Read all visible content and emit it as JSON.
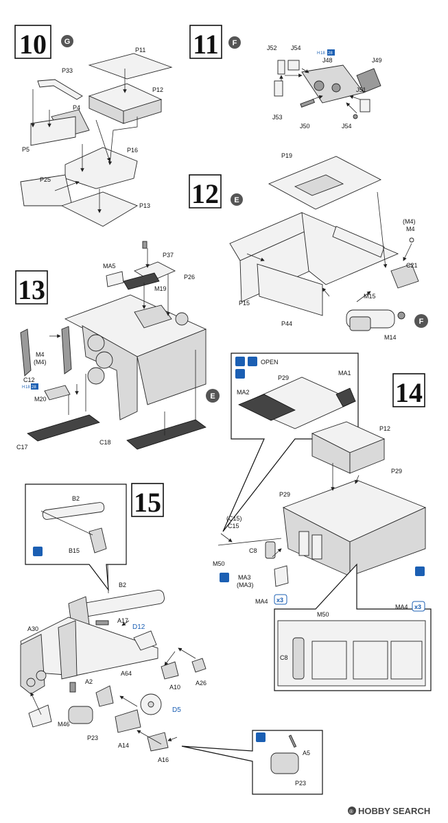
{
  "steps": {
    "s10": {
      "number": "10",
      "badge": "G"
    },
    "s11": {
      "number": "11",
      "badge": "F"
    },
    "s12": {
      "number": "12",
      "badge": "E"
    },
    "s13": {
      "number": "13",
      "badge": "E"
    },
    "s14": {
      "number": "14"
    },
    "s15": {
      "number": "15"
    }
  },
  "labels": {
    "s10": [
      "P11",
      "P33",
      "P12",
      "P4",
      "P5",
      "P16",
      "P25",
      "P13"
    ],
    "s11": [
      "J52",
      "J54",
      "J48",
      "J49",
      "J51",
      "J53",
      "J50",
      "J54"
    ],
    "s11_h": {
      "h": "H",
      "n18": "18",
      "n28": "28"
    },
    "s12": [
      "P19",
      "(M4)",
      "M4",
      "C21",
      "P15",
      "M15",
      "P44",
      "M14"
    ],
    "s13": [
      "P37",
      "MA5",
      "P26",
      "M19",
      "M4",
      "(M4)",
      "C12",
      "M20",
      "C17",
      "C18"
    ],
    "s13_h": {
      "h": "H",
      "n18": "18",
      "n28": "28"
    },
    "s14": [
      "OPEN",
      "P29",
      "MA1",
      "MA2",
      "P12",
      "P29",
      "P29",
      "(C15)",
      "C15",
      "C8",
      "M50",
      "MA3",
      "(MA3)",
      "MA4",
      "MA4",
      "M50",
      "C8"
    ],
    "s14_x3": "x3",
    "s15": [
      "B2",
      "B15",
      "B2",
      "A17",
      "D12",
      "A30",
      "A64",
      "A2",
      "A10",
      "A26",
      "D5",
      "M46",
      "P23",
      "A14",
      "A16",
      "A5",
      "P23"
    ]
  },
  "watermark": {
    "brand": "HOBBY SEARCH",
    "symbol": "®"
  }
}
